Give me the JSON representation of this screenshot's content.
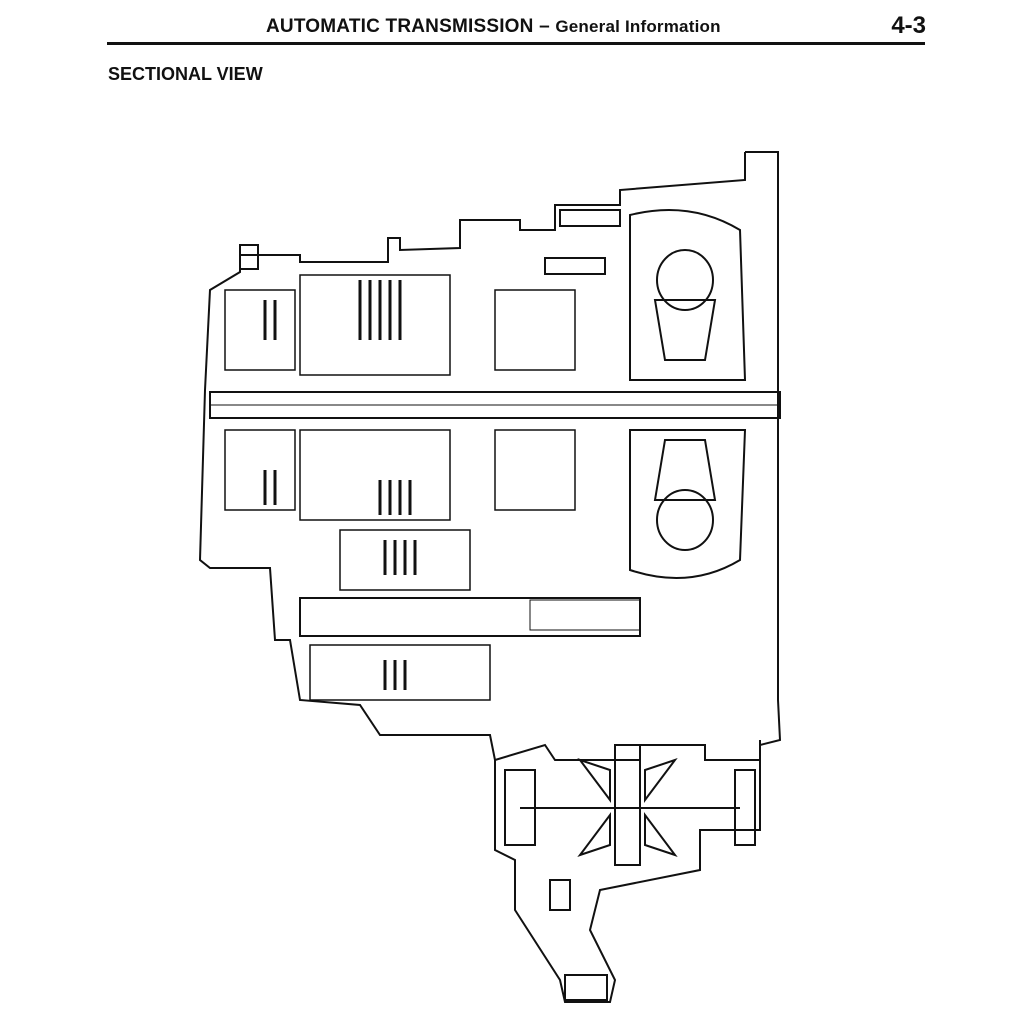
{
  "header": {
    "title": "AUTOMATIC TRANSMISSION",
    "separator": "–",
    "subtitle": "General Information",
    "page_number": "4-3"
  },
  "section_title": "SECTIONAL VIEW"
}
